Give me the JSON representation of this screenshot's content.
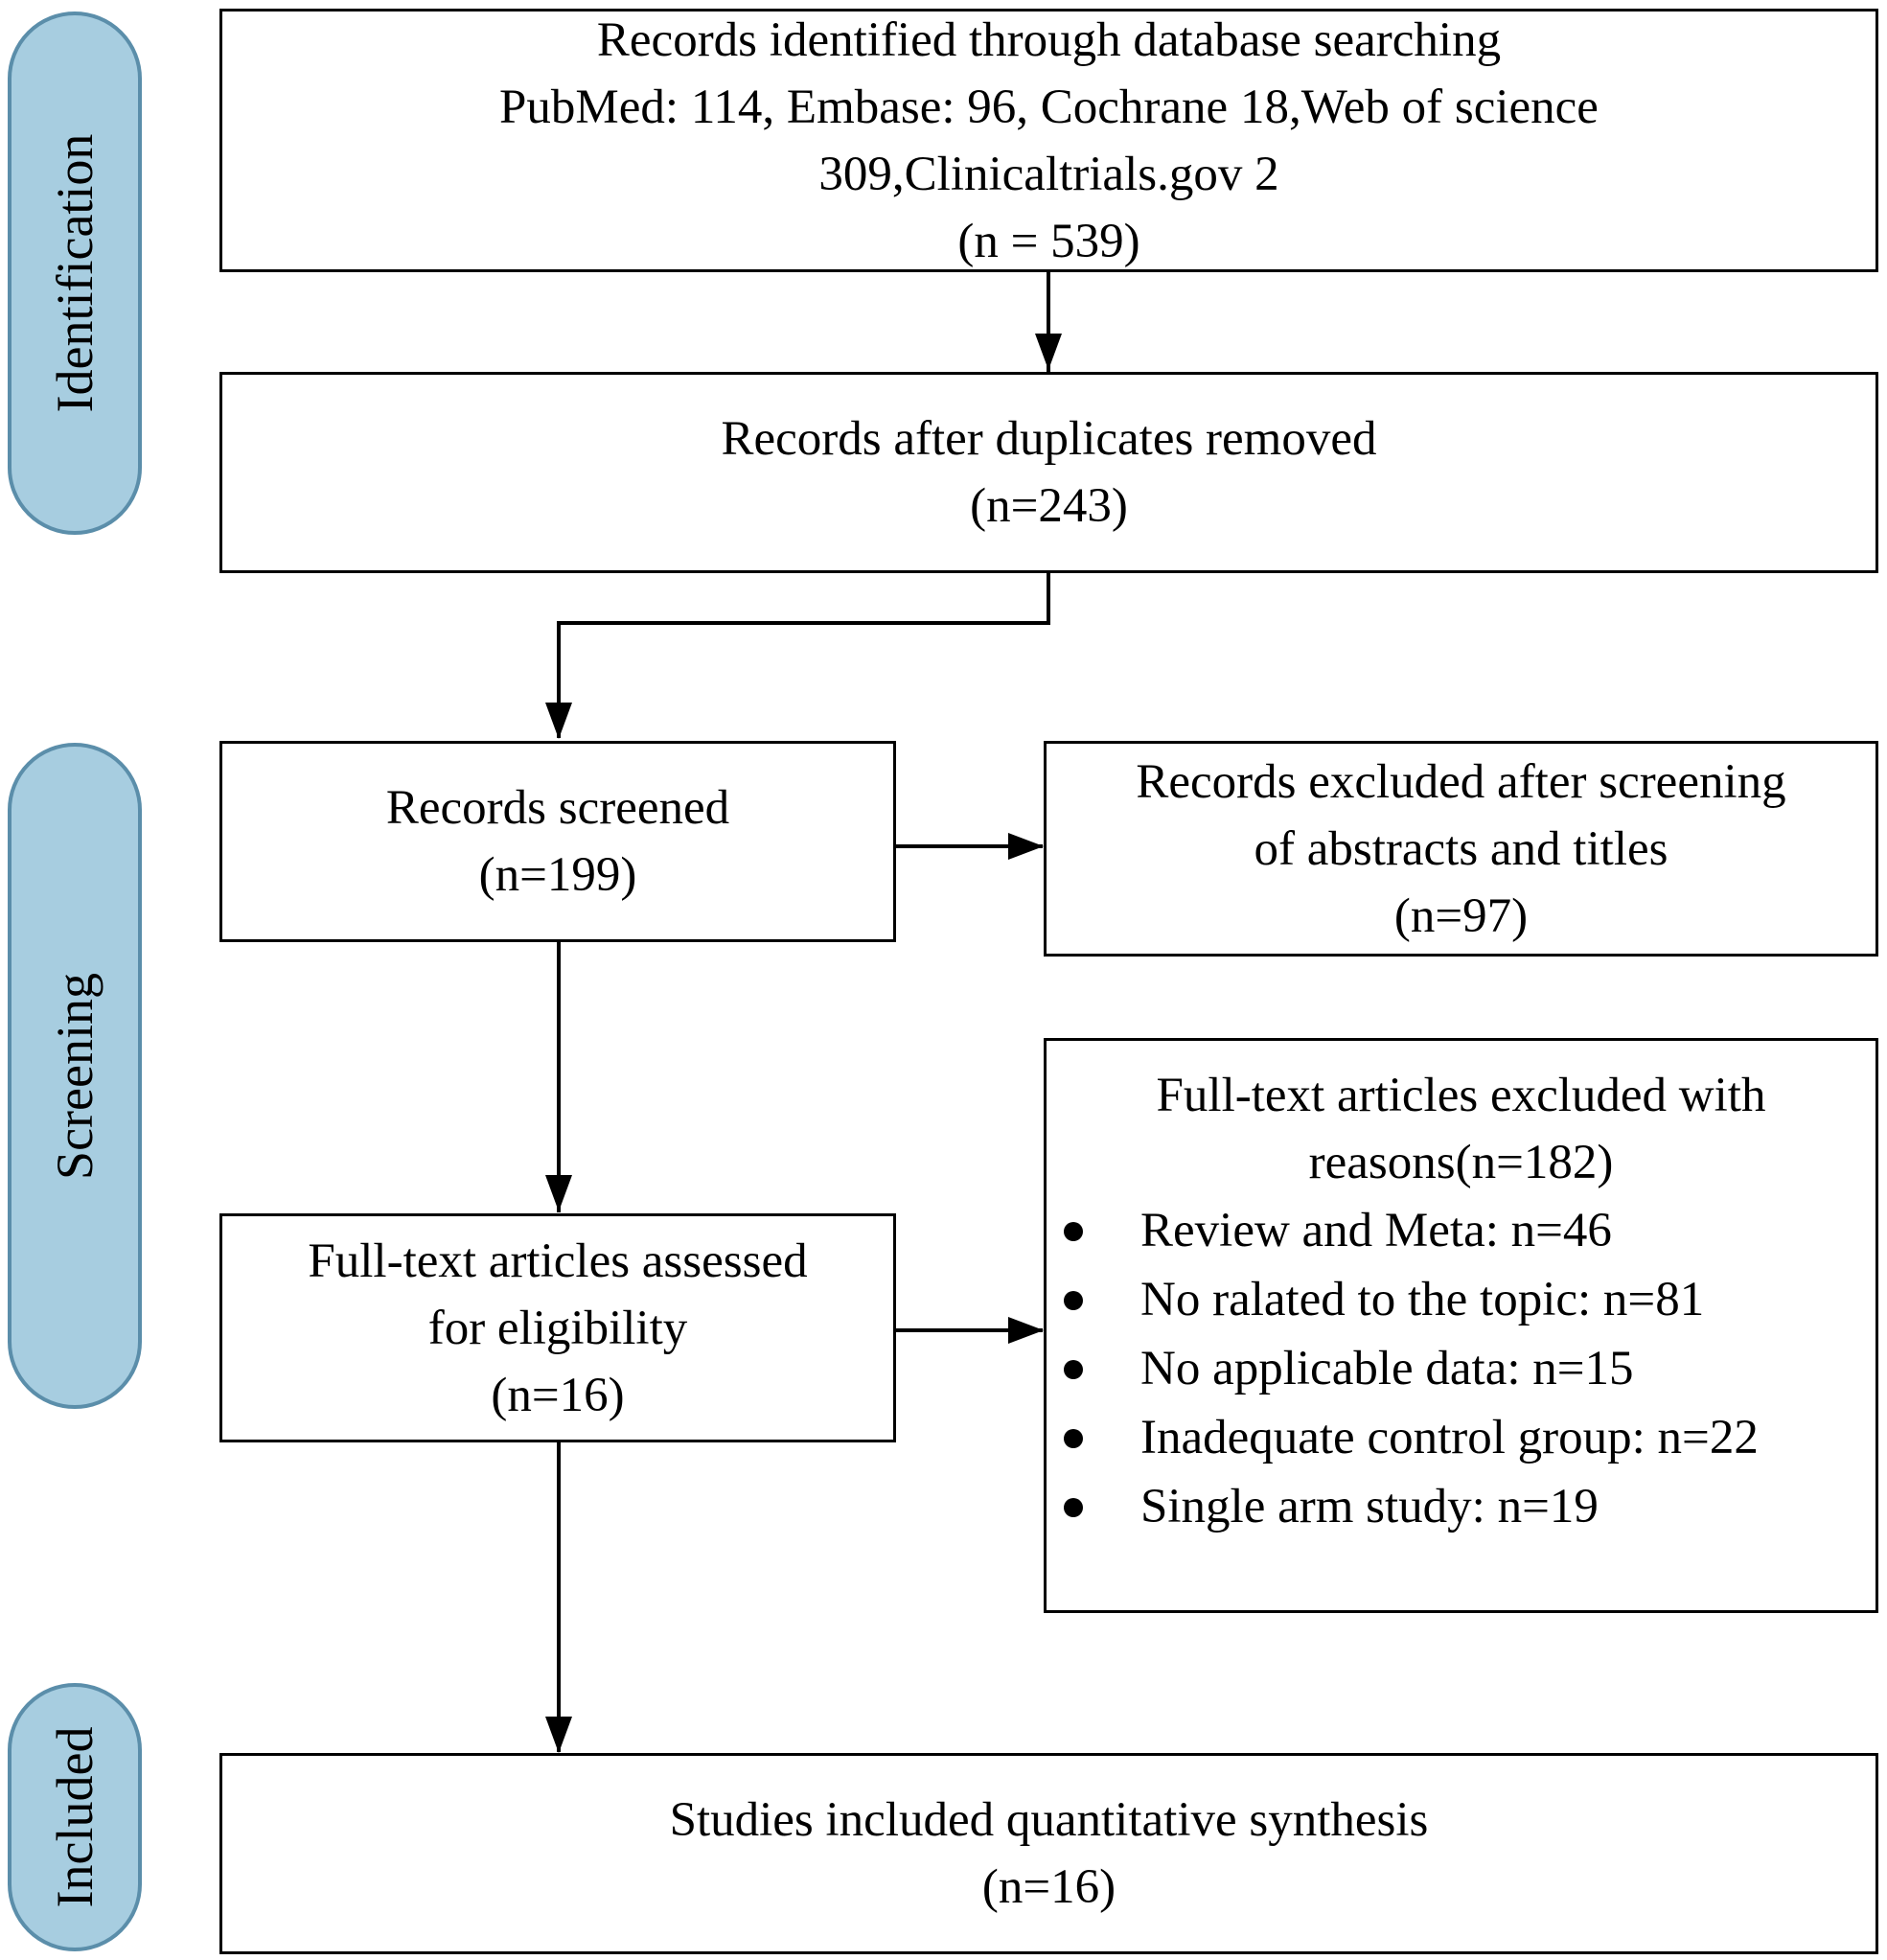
{
  "phases": {
    "identification": "Identification",
    "screening": "Screening",
    "included": "Included"
  },
  "boxes": {
    "identified": {
      "lines": [
        "Records identified through database searching",
        "PubMed: 114, Embase: 96, Cochrane 18,Web of science",
        "309,Clinicaltrials.gov 2",
        "(n = 539)"
      ]
    },
    "duplicates_removed": {
      "lines": [
        "Records after duplicates removed",
        "(n=243)"
      ]
    },
    "screened": {
      "lines": [
        "Records screened",
        "(n=199)"
      ]
    },
    "excluded_screening": {
      "lines": [
        "Records excluded after screening",
        "of abstracts and titles",
        "(n=97)"
      ]
    },
    "fulltext_assessed": {
      "lines": [
        "Full-text articles assessed",
        "for eligibility",
        "(n=16)"
      ]
    },
    "fulltext_excluded": {
      "heading": [
        "Full-text articles excluded with",
        "reasons(n=182)"
      ],
      "reasons": [
        "Review and Meta: n=46",
        "No ralated to the topic: n=81",
        "No applicable data: n=15",
        "Inadequate control group: n=22",
        "Single arm study: n=19"
      ]
    },
    "included": {
      "lines": [
        "Studies included quantitative synthesis",
        "(n=16)"
      ]
    }
  },
  "colors": {
    "phase_fill": "#a7cde0",
    "phase_border": "#5b8eaa",
    "box_border": "#000000"
  }
}
